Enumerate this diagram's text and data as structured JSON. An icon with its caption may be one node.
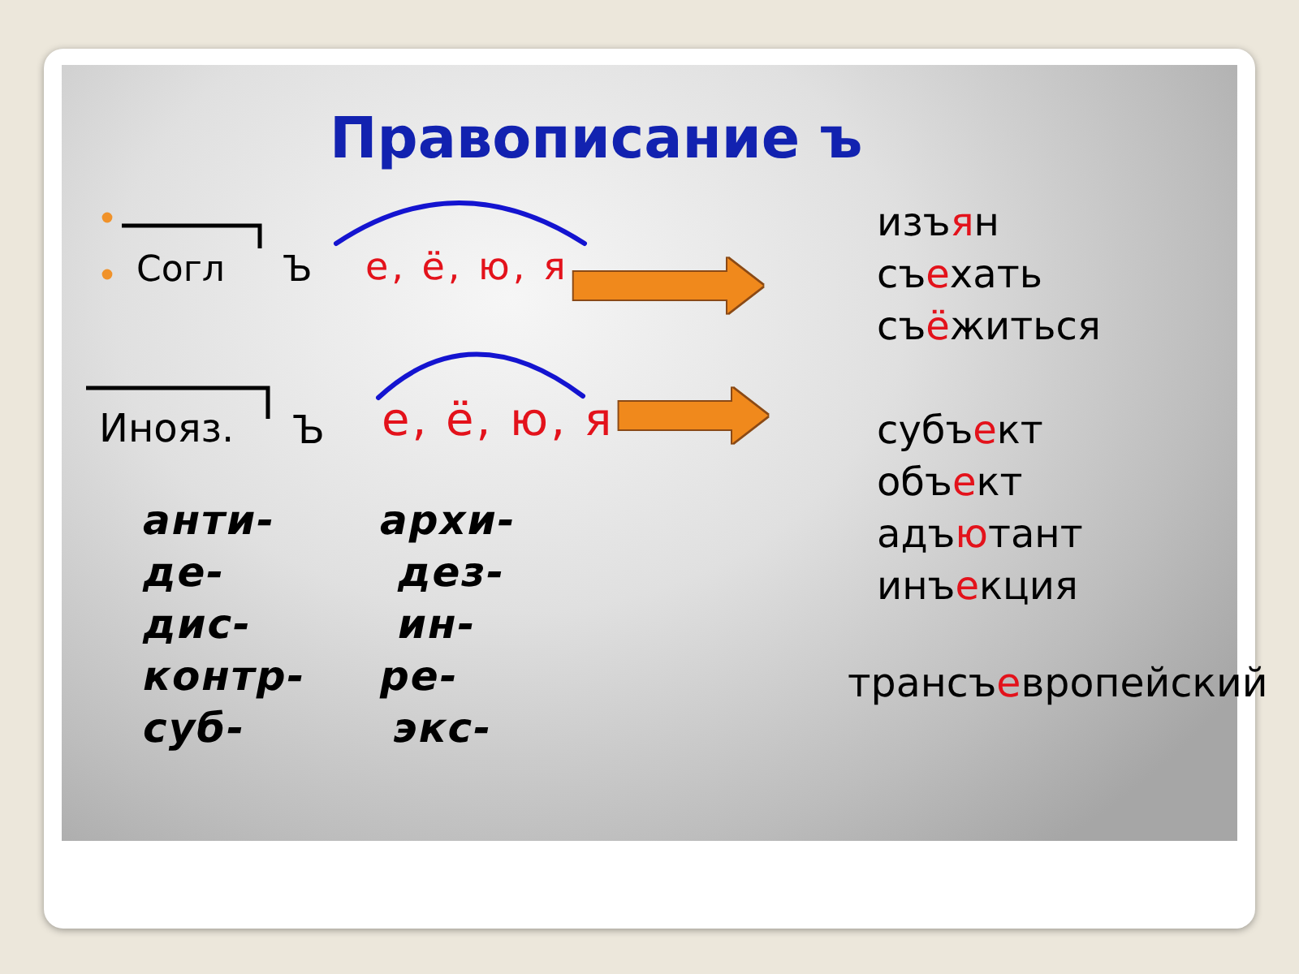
{
  "diagram": {
    "title": "Правописание ъ",
    "nodes": [
      {
        "text": [
          "е, ё, ю, я"
        ]
      },
      {
        "text": [
          "изъ**я**н",
          "съ**е**хать",
          "съ**ё**житься"
        ]
      },
      {
        "text": [
          "е, ё, ю, я"
        ]
      },
      {
        "text": [
          "субъ**е**кт",
          "объ**е**кт",
          "адъ**ю**тант",
          "инъ**е**кция"
        ]
      }
    ],
    "edges": [
      {
        "from": 0,
        "to": 1,
        "arrow": "to"
      },
      {
        "from": 2,
        "to": 3,
        "arrow": "to"
      }
    ],
    "labels": [
      "Согл",
      "Ъ",
      "Инояз.",
      "Ъ",
      "анти-",
      "архи-",
      "де-",
      "дез-",
      "дис-",
      "ин-",
      "контр-",
      "ре-",
      "суб-",
      "экс-",
      "трансъ**е**вропейский"
    ]
  }
}
